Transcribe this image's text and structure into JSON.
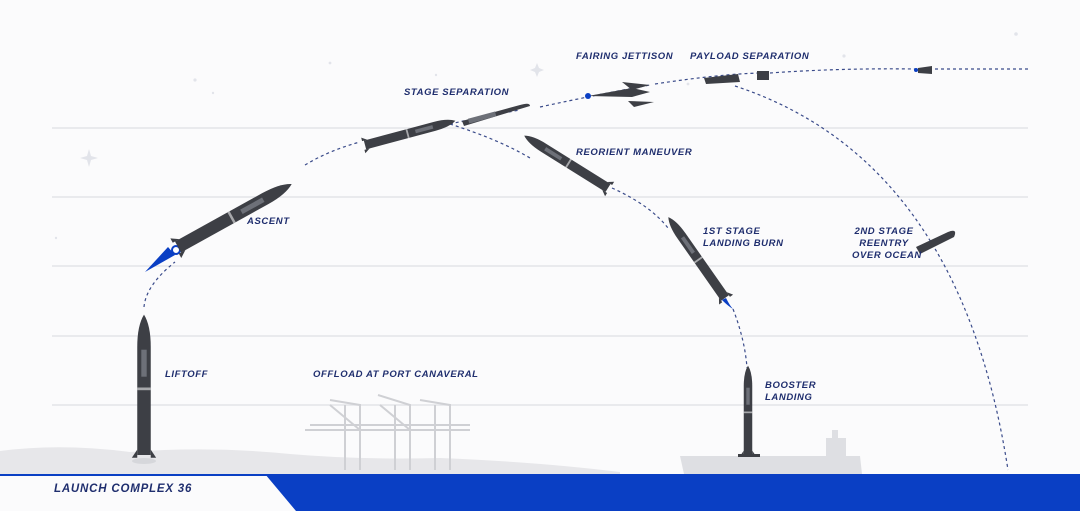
{
  "labels": {
    "liftoff": "LIFTOFF",
    "ascent": "ASCENT",
    "stage_separation": "STAGE SEPARATION",
    "fairing_jettison": "FAIRING JETTISON",
    "payload_separation": "PAYLOAD SEPARATION",
    "reorient_maneuver": "REORIENT MANEUVER",
    "landing_burn_line1": "1ST STAGE",
    "landing_burn_line2": "LANDING BURN",
    "reentry_line1": "2ND STAGE",
    "reentry_line2": "REENTRY",
    "reentry_line3": "OVER OCEAN",
    "offload": "OFFLOAD AT PORT CANAVERAL",
    "booster_landing_line1": "BOOSTER",
    "booster_landing_line2": "LANDING"
  },
  "footer": {
    "launch_site": "LAUNCH COMPLEX 36"
  },
  "colors": {
    "label_text": "#1f2e6e",
    "accent_blue": "#0a3fc4",
    "rocket_dark": "#3d3f45",
    "grid_line": "#e3e4e8",
    "trajectory": "#3a4b8a",
    "ground": "#e7e7ea"
  }
}
